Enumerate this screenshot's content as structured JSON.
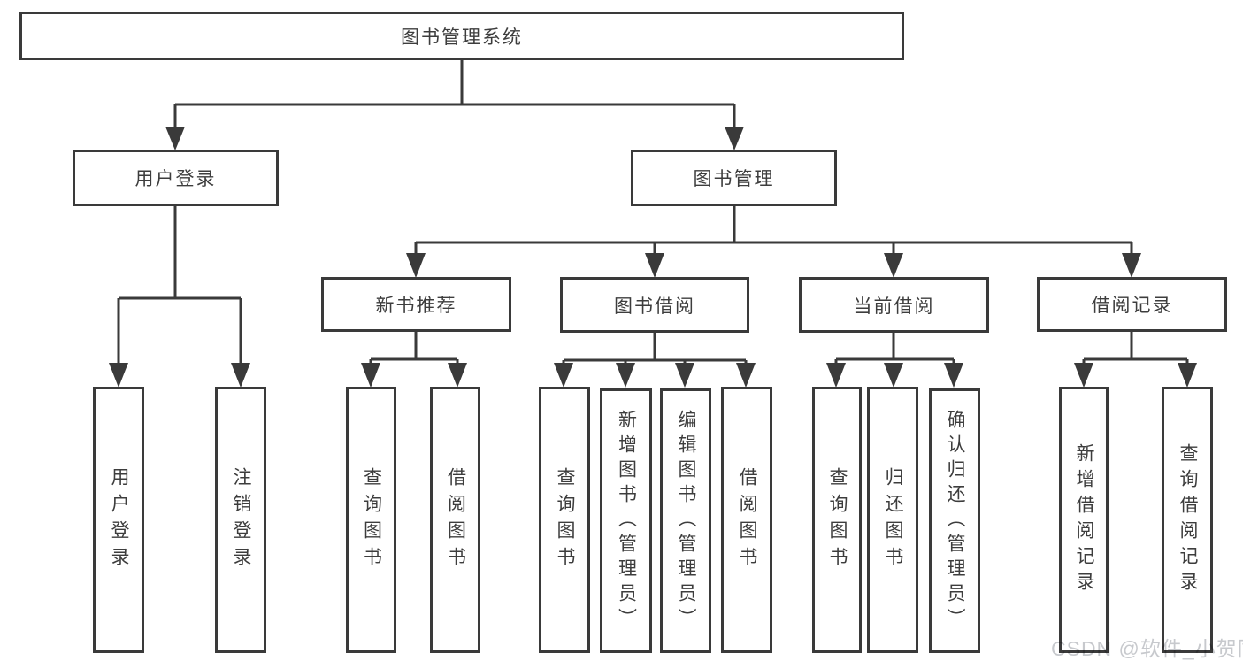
{
  "colors": {
    "line": "#3a3a3a",
    "text": "#3d3d3d",
    "background": "#ffffff",
    "watermark": "#c7c9cd"
  },
  "nodes": {
    "root": "图书管理系统",
    "user_login": "用户登录",
    "book_mgmt": "图书管理",
    "new_book": "新书推荐",
    "book_borrow": "图书借阅",
    "current_borrow": "当前借阅",
    "borrow_records": "借阅记录",
    "login": "用户登录",
    "logout": "注销登录",
    "nb_query": "查询图书",
    "nb_borrow": "借阅图书",
    "bb_query": "查询图书",
    "bb_add": "新增图书（管理员）",
    "bb_edit": "编辑图书（管理员）",
    "bb_borrow": "借阅图书",
    "cb_query": "查询图书",
    "cb_return": "归还图书",
    "cb_confirm": "确认归还（管理员）",
    "rec_add": "新增借阅记录",
    "rec_query": "查询借阅记录"
  },
  "watermark": {
    "text": "CSDN @软件_小贺同学"
  }
}
